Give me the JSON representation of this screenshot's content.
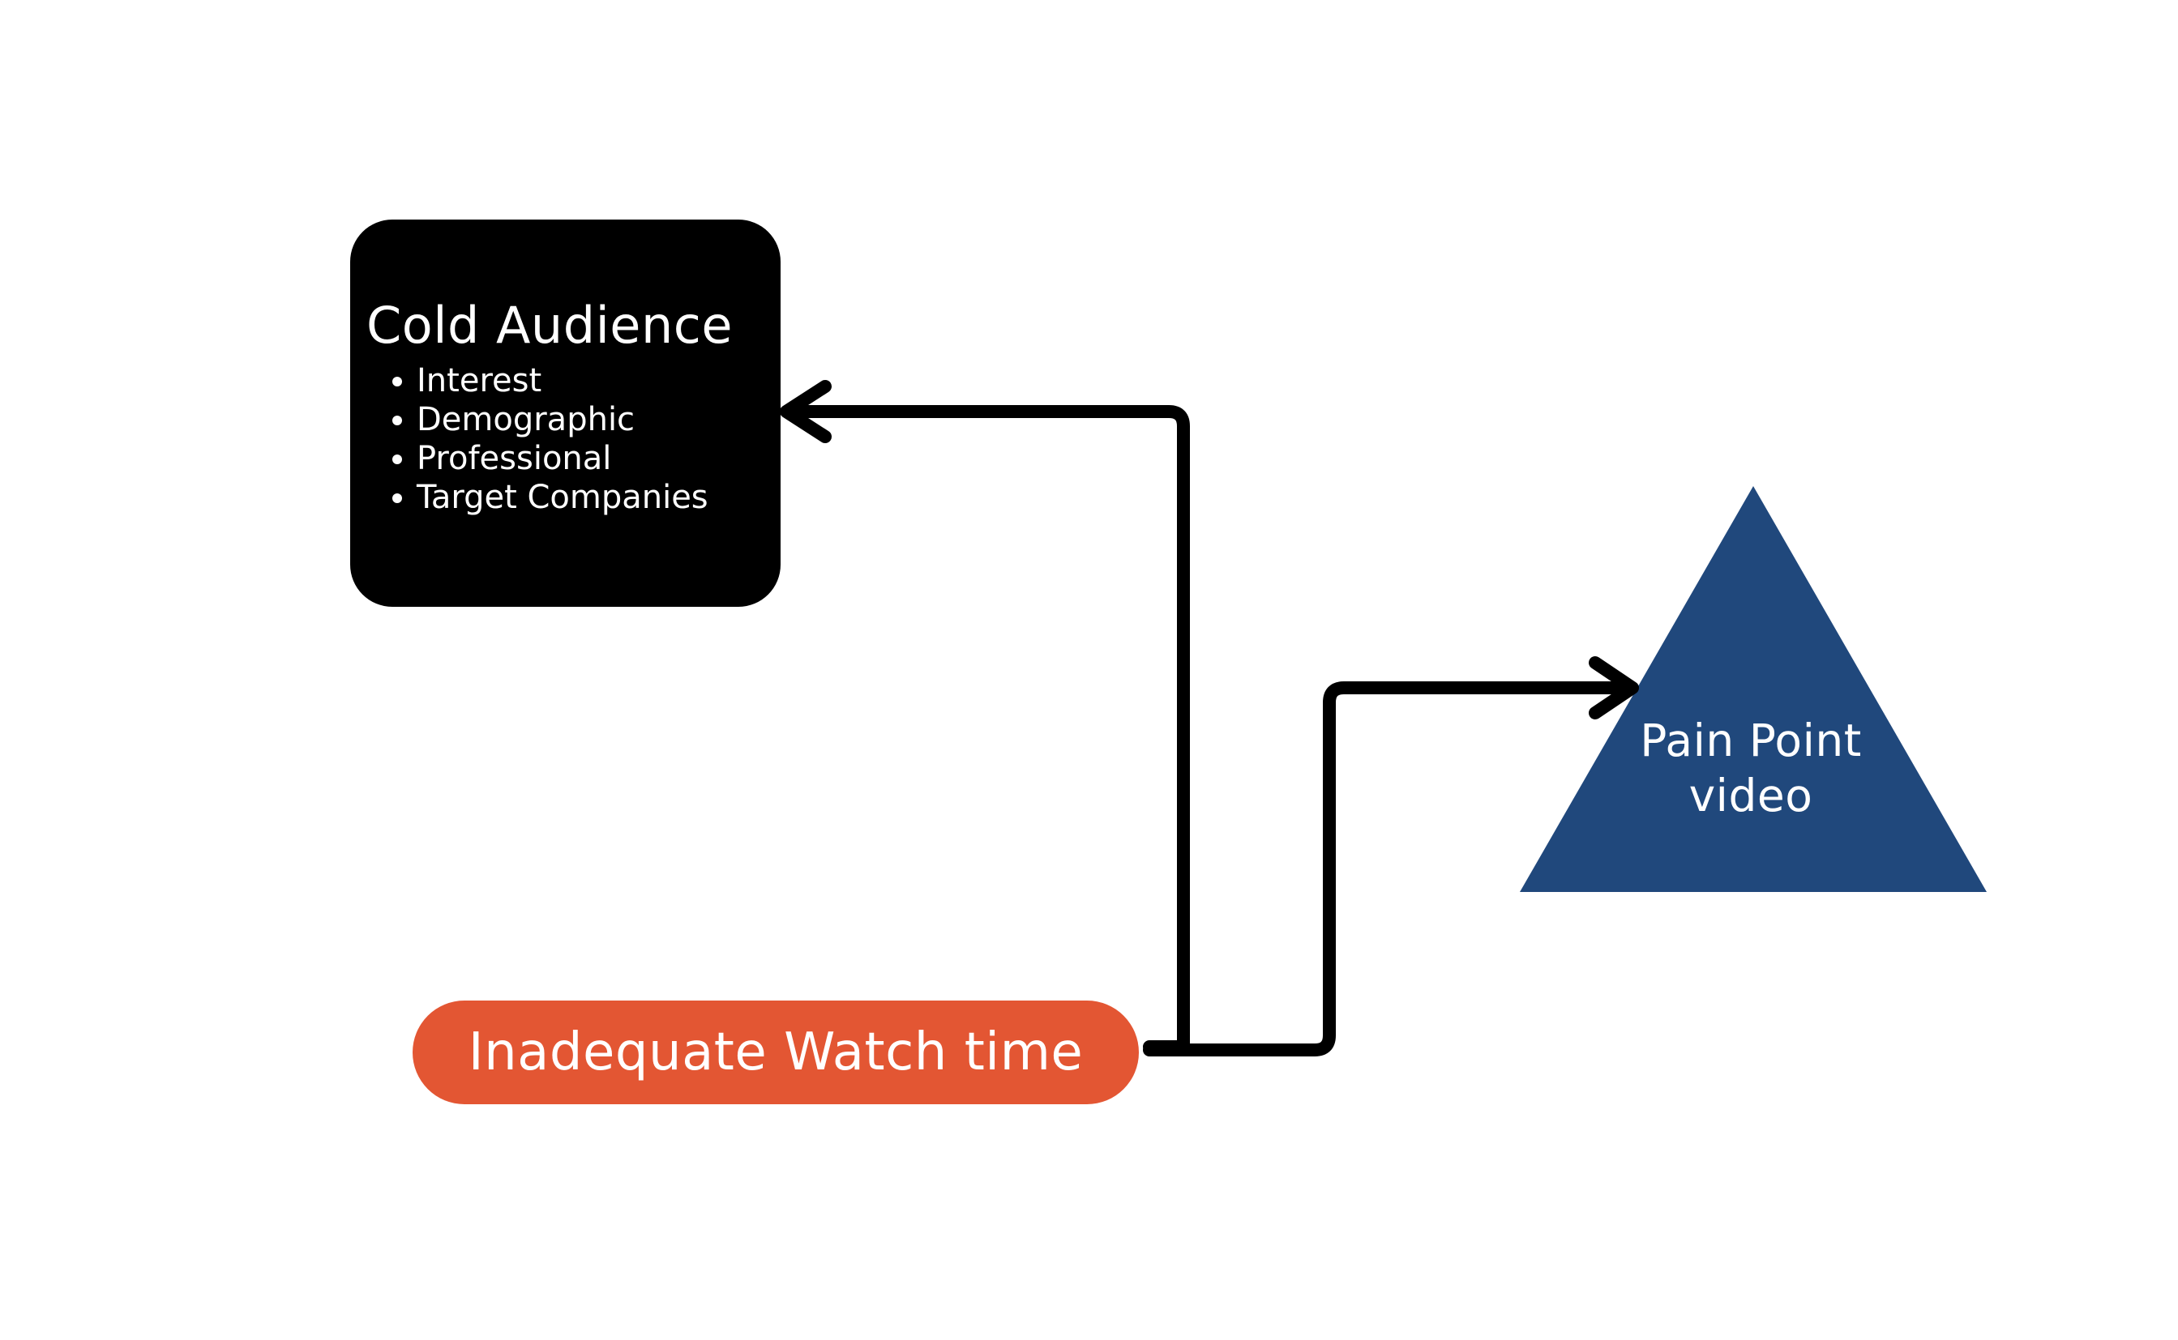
{
  "colors": {
    "cold_box": "#000000",
    "watch_pill": "#e35633",
    "triangle": "#20487c",
    "connector": "#000000"
  },
  "cold_audience": {
    "title": "Cold Audience",
    "items": [
      {
        "label": "Interest"
      },
      {
        "label": "Demographic"
      },
      {
        "label": "Professional"
      },
      {
        "label": "Target Companies"
      }
    ]
  },
  "watch_time": {
    "label": "Inadequate Watch time"
  },
  "pain_point": {
    "line1": "Pain Point",
    "line2": "video"
  },
  "connectors": [
    {
      "from": "watch-time-pill",
      "to": "cold-audience-box",
      "arrowhead": "arrow-left"
    },
    {
      "from": "watch-time-pill",
      "to": "pain-point-triangle",
      "arrowhead": "arrow-right"
    }
  ]
}
